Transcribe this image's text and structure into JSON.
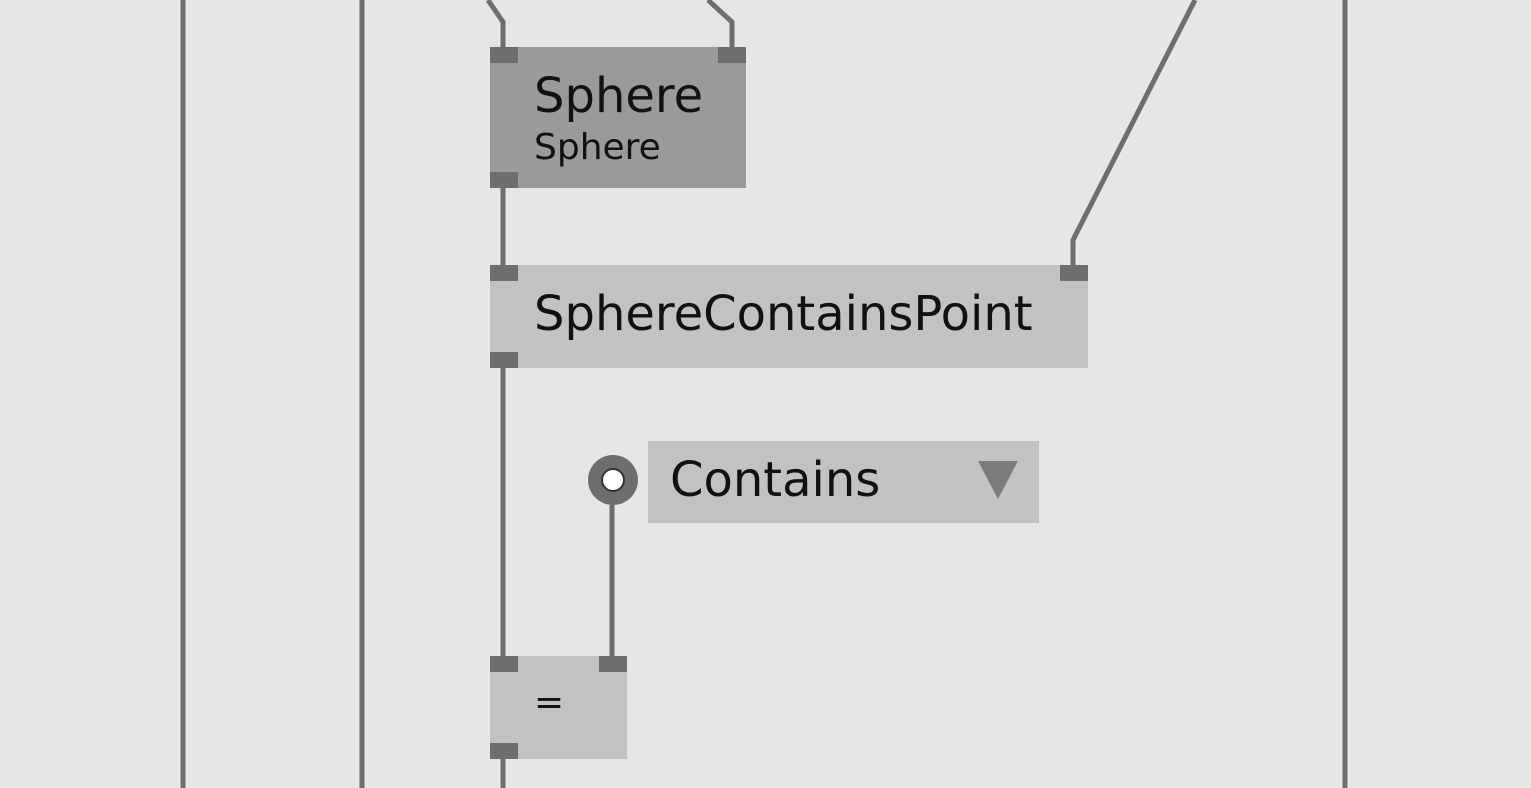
{
  "canvas": {
    "background_color": "#e6e6e6",
    "link_color": "#6e6e6e"
  },
  "nodes": {
    "sphere": {
      "title": "Sphere",
      "subtitle": "Sphere",
      "color": "#9a9a9a"
    },
    "sphere_contains_point": {
      "title": "SphereContainsPoint",
      "color": "#c2c2c2"
    },
    "equals": {
      "title": "="
    }
  },
  "enum_picker": {
    "selected_value": "Contains",
    "arrow_icon": "dropdown-triangle-icon"
  }
}
